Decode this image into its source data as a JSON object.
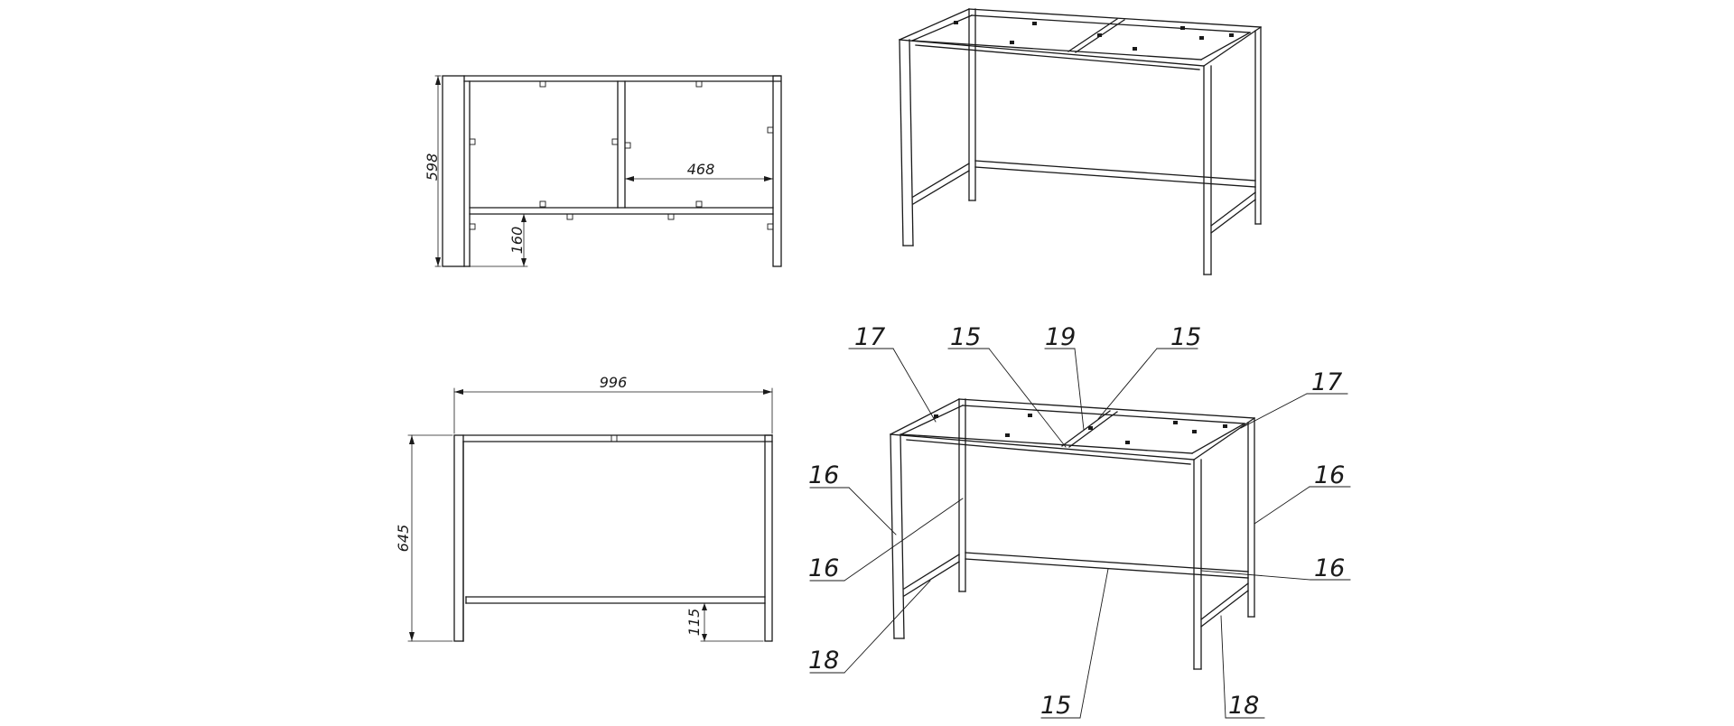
{
  "dimensions": {
    "top_height": "598",
    "top_inner_width": "468",
    "top_leg_clear": "160",
    "front_width": "996",
    "front_height": "645",
    "front_bar_height": "115"
  },
  "callouts": {
    "c17_left": "17",
    "c15_top_left": "15",
    "c19": "19",
    "c15_top_right": "15",
    "c17_right": "17",
    "c16_upper_left": "16",
    "c16_lower_left": "16",
    "c16_upper_right": "16",
    "c16_lower_right": "16",
    "c18_left": "18",
    "c15_bottom": "15",
    "c18_right": "18"
  }
}
